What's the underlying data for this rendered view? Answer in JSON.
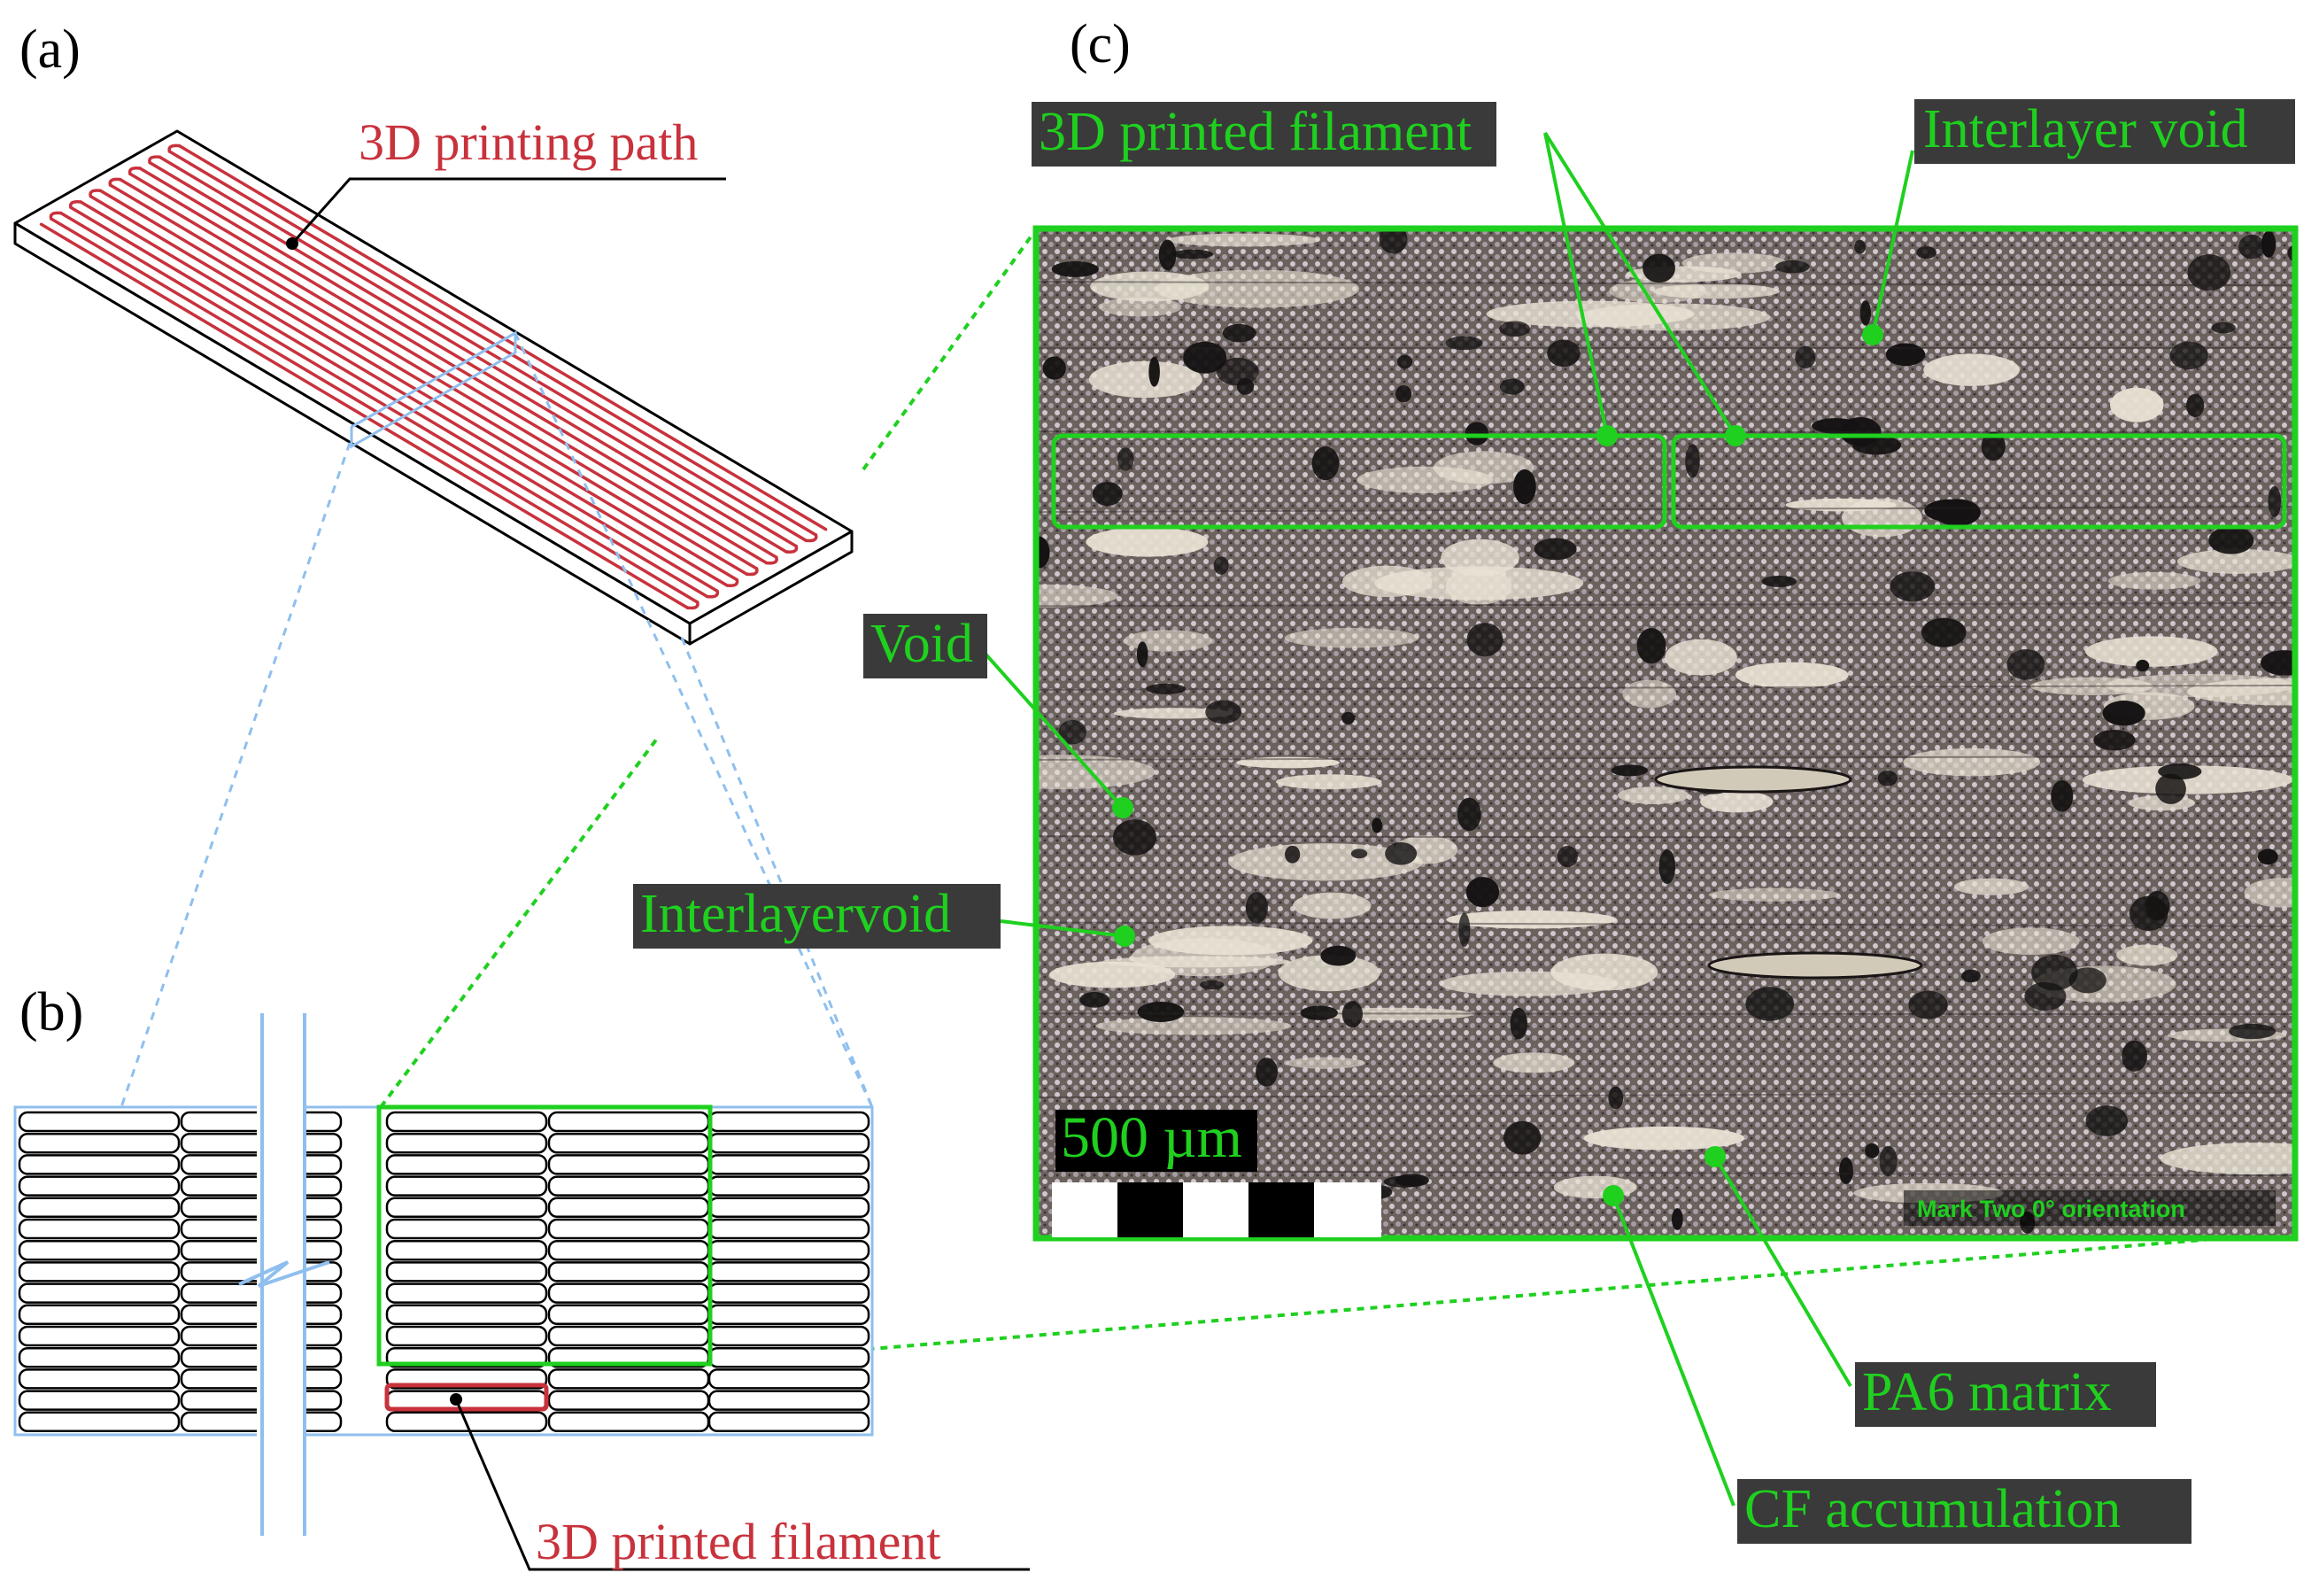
{
  "panels": {
    "a": "(a)",
    "b": "(b)",
    "c": "(c)"
  },
  "labels": {
    "printing_path": "3D printing path",
    "printed_filament_b": "3D printed filament",
    "printed_filament_c": "3D printed filament",
    "interlayer_void_top": "Interlayer void",
    "void": "Void",
    "interlayer_void_left": "Interlayervoid",
    "pa6_matrix": "PA6 matrix",
    "cf_accumulation": "CF accumulation"
  },
  "micrograph": {
    "scale_bar": "500 µm",
    "caption": "Mark Two 0° orientation"
  },
  "colors": {
    "path_red": "#c8323c",
    "callout_green": "#1fd01f",
    "label_box": "#3a3a3a",
    "guide_blue": "#8fbfee"
  }
}
